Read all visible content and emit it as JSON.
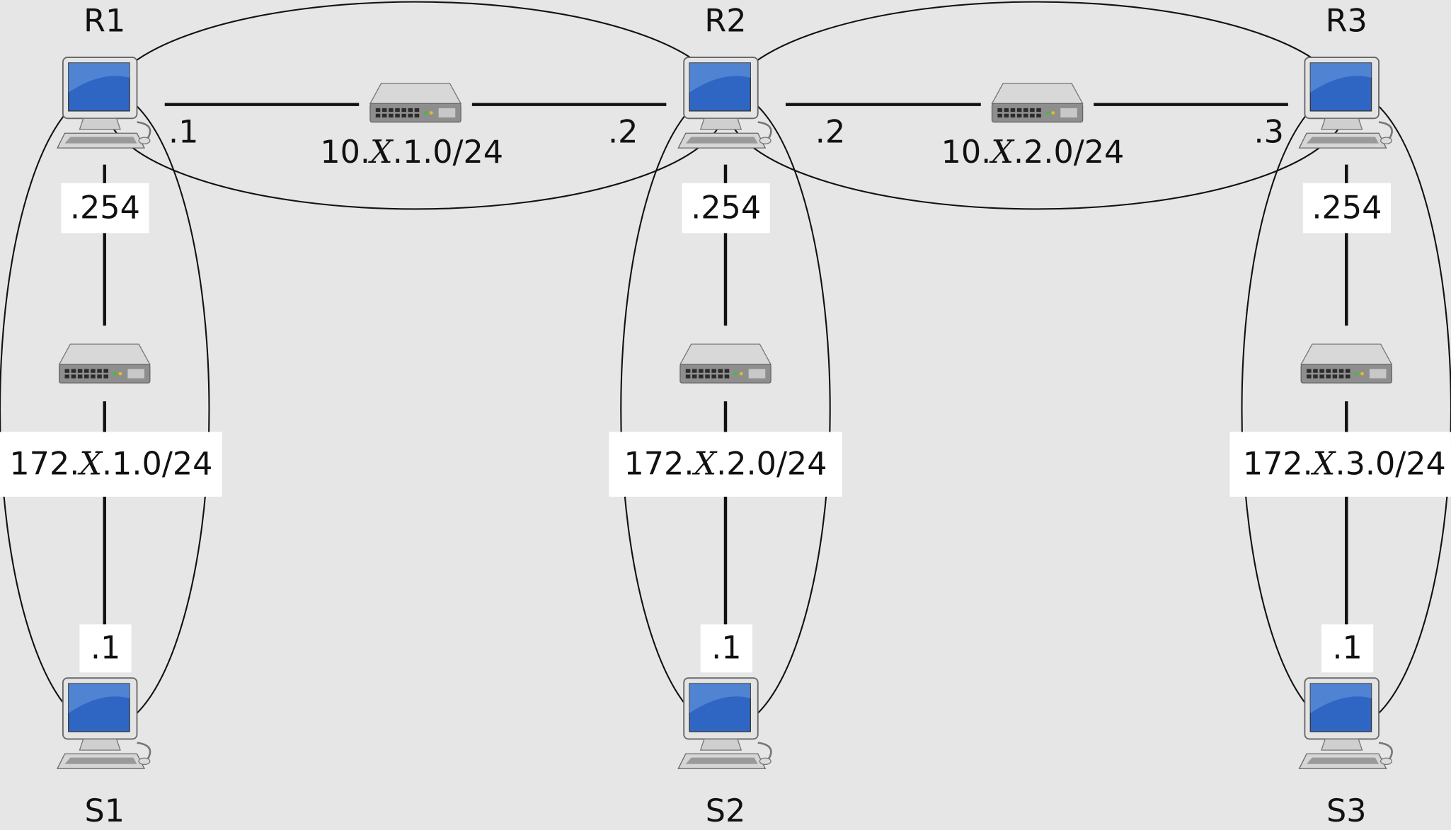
{
  "colors": {
    "background": "#e6e6e6",
    "line": "#111111",
    "label_box": "#ffffff",
    "screen": "#2f66c4"
  },
  "routers": [
    {
      "name": "R1"
    },
    {
      "name": "R2"
    },
    {
      "name": "R3"
    }
  ],
  "servers": [
    {
      "name": "S1"
    },
    {
      "name": "S2"
    },
    {
      "name": "S3"
    }
  ],
  "wan_links": [
    {
      "network_prefix": "10.",
      "network_var": "X",
      "network_suffix": ".1.0/24",
      "left_addr": ".1",
      "right_addr": ".2"
    },
    {
      "network_prefix": "10.",
      "network_var": "X",
      "network_suffix": ".2.0/24",
      "left_addr": ".2",
      "right_addr": ".3"
    }
  ],
  "lans": [
    {
      "network_prefix": "172.",
      "network_var": "X",
      "network_suffix": ".1.0/24",
      "router_addr": ".254",
      "server_addr": ".1"
    },
    {
      "network_prefix": "172.",
      "network_var": "X",
      "network_suffix": ".2.0/24",
      "router_addr": ".254",
      "server_addr": ".1"
    },
    {
      "network_prefix": "172.",
      "network_var": "X",
      "network_suffix": ".3.0/24",
      "router_addr": ".254",
      "server_addr": ".1"
    }
  ],
  "icons": {
    "computer": "computer-icon",
    "switch": "network-switch-icon"
  }
}
